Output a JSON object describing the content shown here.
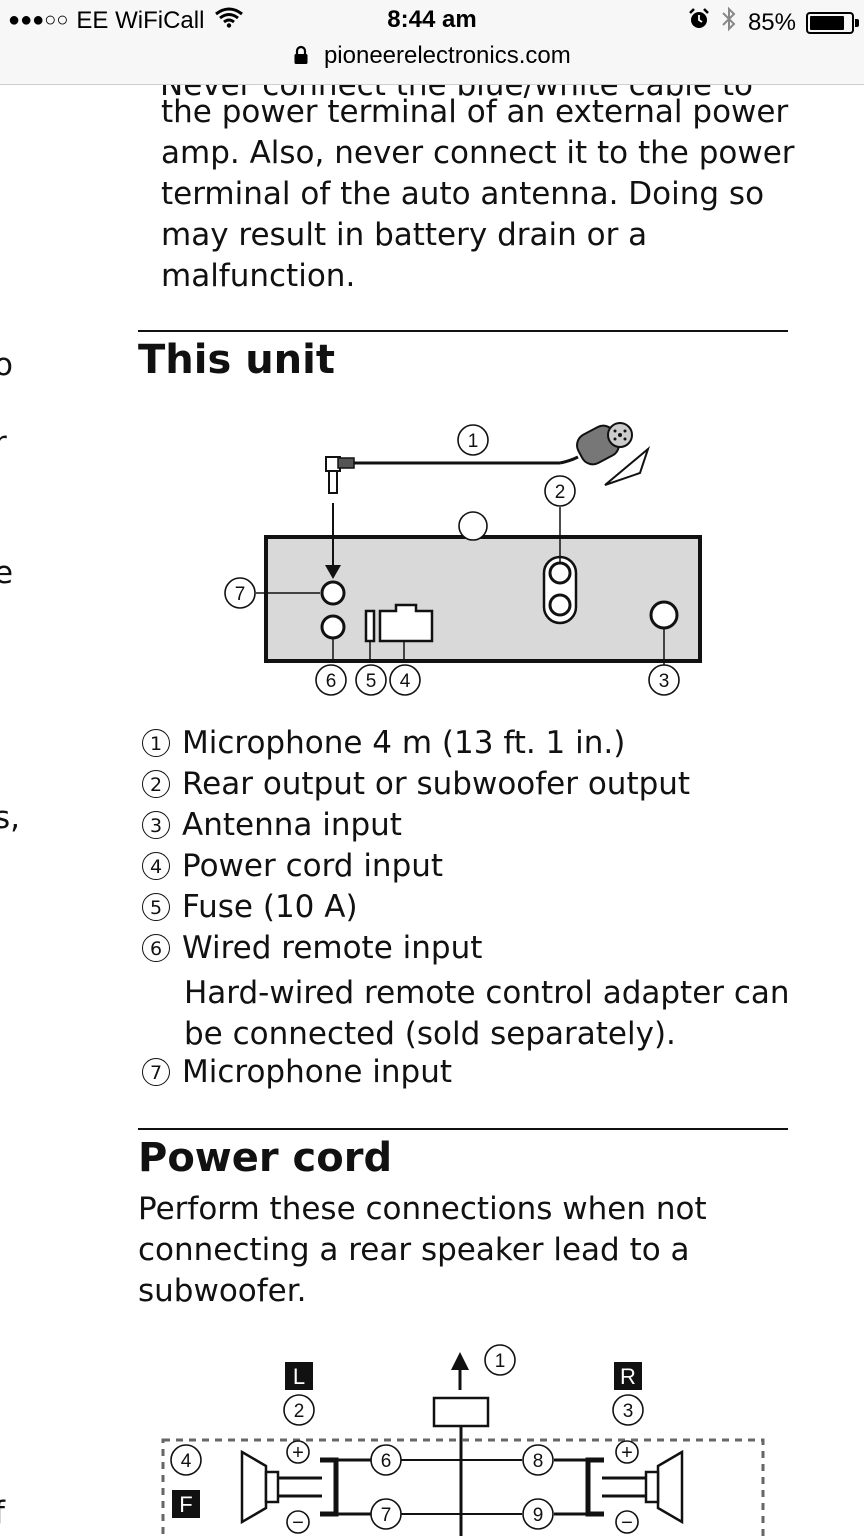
{
  "status_bar": {
    "signal_dots": "●●●○○",
    "carrier": "EE WiFiCall",
    "time": "8:44 am",
    "battery": "85%",
    "battery_level": 0.85
  },
  "url_bar": {
    "domain": "pioneerelectronics.com"
  },
  "intro": {
    "partial_line": "Never connect the blue/white cable to",
    "lines": [
      "the power terminal of an external power",
      "amp. Also, never connect it to the power",
      "terminal of the auto antenna. Doing so",
      "may result in battery drain or a",
      "malfunction."
    ]
  },
  "left_fragments": [
    "o",
    "r",
    "e",
    "s,",
    "f"
  ],
  "this_unit": {
    "heading": "This unit",
    "callouts": [
      "1",
      "2",
      "3",
      "4",
      "5",
      "6",
      "7"
    ],
    "items": [
      {
        "num": "1",
        "label": "Microphone 4 m (13 ft. 1 in.)"
      },
      {
        "num": "2",
        "label": "Rear output or subwoofer output"
      },
      {
        "num": "3",
        "label": "Antenna input"
      },
      {
        "num": "4",
        "label": "Power cord input"
      },
      {
        "num": "5",
        "label": "Fuse (10 A)"
      },
      {
        "num": "6",
        "label": "Wired remote input"
      },
      {
        "num": "7",
        "label": "Microphone input"
      }
    ],
    "note_lines": [
      "Hard-wired remote control adapter can",
      "be connected (sold separately)."
    ]
  },
  "power_cord": {
    "heading": "Power cord",
    "lines": [
      "Perform these connections when not",
      "connecting a rear speaker lead to a",
      "subwoofer."
    ],
    "diagram_labels": {
      "left": "L",
      "right": "R",
      "front": "F",
      "callouts": [
        "1",
        "2",
        "3",
        "4",
        "6",
        "7",
        "8",
        "9"
      ]
    }
  },
  "colors": {
    "text": "#111111",
    "status_bg": "#f7f7f7",
    "page_bg": "#ffffff"
  }
}
